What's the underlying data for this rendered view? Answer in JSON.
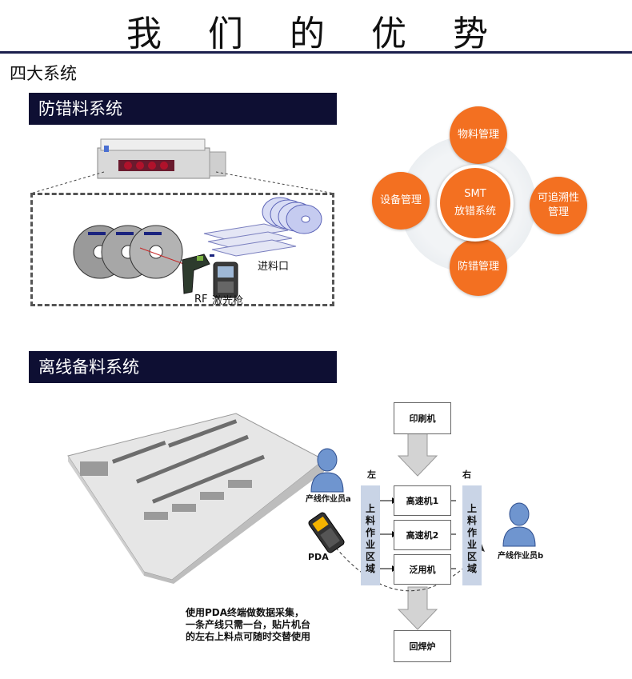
{
  "page": {
    "title": "我 们 的 优 势",
    "subtitle": "四大系统"
  },
  "sections": {
    "anti_error": {
      "title": "防错料系统",
      "labels": {
        "feeder_port": "进料口",
        "rf": "RF",
        "laser_gun": "激光枪"
      }
    },
    "offline": {
      "title": "离线备料系统"
    }
  },
  "smt_diagram": {
    "center_line1": "SMT",
    "center_line2": "放错系统",
    "nodes": {
      "top": "物料管理",
      "left": "设备管理",
      "right_line1": "可追溯性",
      "right_line2": "管理",
      "bottom": "防错管理"
    },
    "color": "#f37021"
  },
  "flow": {
    "printer": "印刷机",
    "high_speed_1": "高速机1",
    "high_speed_2": "高速机2",
    "general": "泛用机",
    "reflow": "回焊炉",
    "left": "左",
    "right": "右",
    "zone_left": "上料作业区域",
    "zone_right": "上料作业区域",
    "operator_a": "产线作业员a",
    "operator_b": "产线作业员b",
    "pda": "PDA",
    "caption_line1": "使用PDA终端做数据采集，",
    "caption_line2": "一条产线只需一台，贴片机台",
    "caption_line3": "的左右上料点可随时交替使用"
  }
}
